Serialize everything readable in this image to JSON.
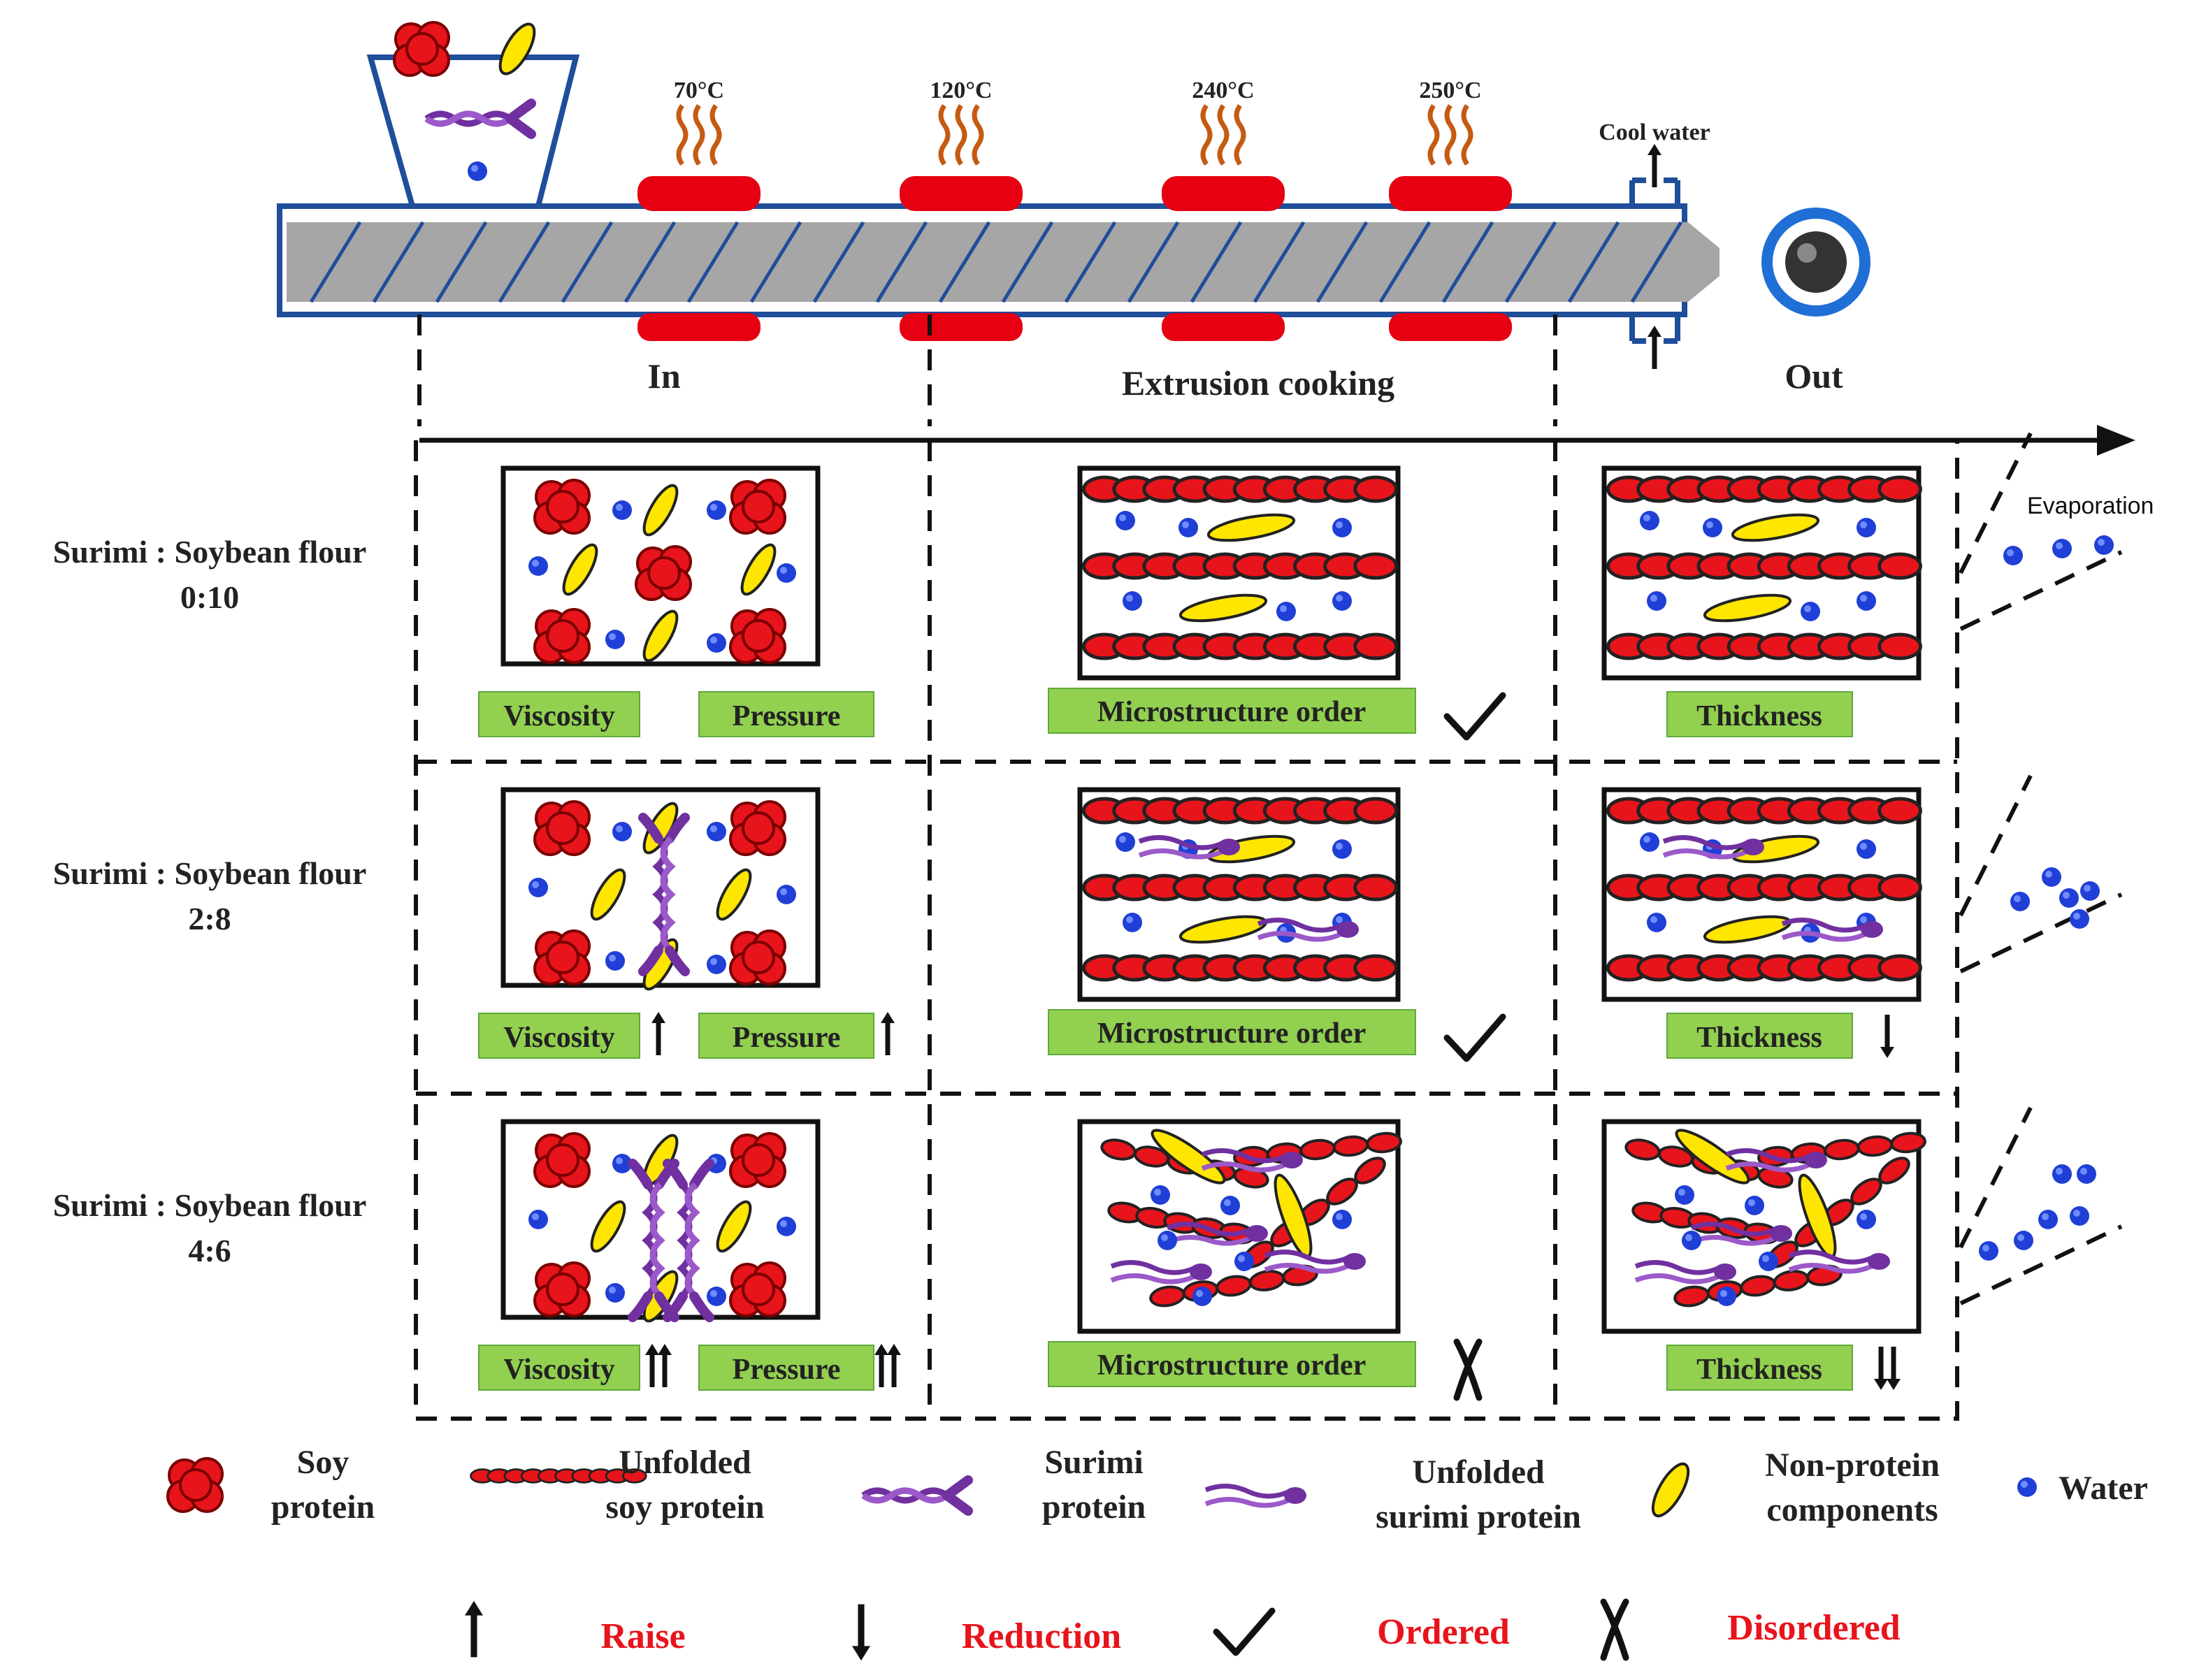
{
  "extruder": {
    "temperatures": [
      "70°C",
      "120°C",
      "240°C",
      "250°C"
    ],
    "cool_water": "Cool water",
    "stages": [
      "In",
      "Extrusion cooking",
      "Out"
    ]
  },
  "evaporation": "Evaporation",
  "rows": [
    {
      "ratio_line1": "Surimi : Soybean flour",
      "ratio_line2": "0:10",
      "viscosity": "Viscosity",
      "pressure": "Pressure",
      "microstructure": "Microstructure order",
      "thickness": "Thickness",
      "viscosity_trend": "none",
      "pressure_trend": "none",
      "order": "ordered",
      "thickness_trend": "none"
    },
    {
      "ratio_line1": "Surimi : Soybean flour",
      "ratio_line2": "2:8",
      "viscosity": "Viscosity",
      "pressure": "Pressure",
      "microstructure": "Microstructure order",
      "thickness": "Thickness",
      "viscosity_trend": "raise",
      "pressure_trend": "raise",
      "order": "ordered",
      "thickness_trend": "reduction"
    },
    {
      "ratio_line1": "Surimi : Soybean flour",
      "ratio_line2": "4:6",
      "viscosity": "Viscosity",
      "pressure": "Pressure",
      "microstructure": "Microstructure order",
      "thickness": "Thickness",
      "viscosity_trend": "raise-strong",
      "pressure_trend": "raise-strong",
      "order": "disordered",
      "thickness_trend": "reduction-strong"
    }
  ],
  "legend": {
    "soy_protein": [
      "Soy",
      "protein"
    ],
    "unfolded_soy": [
      "Unfolded",
      "soy protein"
    ],
    "surimi_protein": [
      "Surimi",
      "protein"
    ],
    "unfolded_surimi": [
      "Unfolded",
      "surimi protein"
    ],
    "non_protein": [
      "Non-protein",
      "components"
    ],
    "water": "Water"
  },
  "key": {
    "raise": "Raise",
    "reduction": "Reduction",
    "ordered": "Ordered",
    "disordered": "Disordered"
  },
  "colors": {
    "heater": "#e60012",
    "steam": "#c55a11",
    "barrel": "#1f4e9a",
    "screw": "#a6a6a6",
    "soy": "#e8141b",
    "surimi": "#7030a0",
    "non_protein": "#ffe600",
    "water": "#1f3fd6",
    "label_bg": "#92d050",
    "key_text": "#e8141b"
  }
}
